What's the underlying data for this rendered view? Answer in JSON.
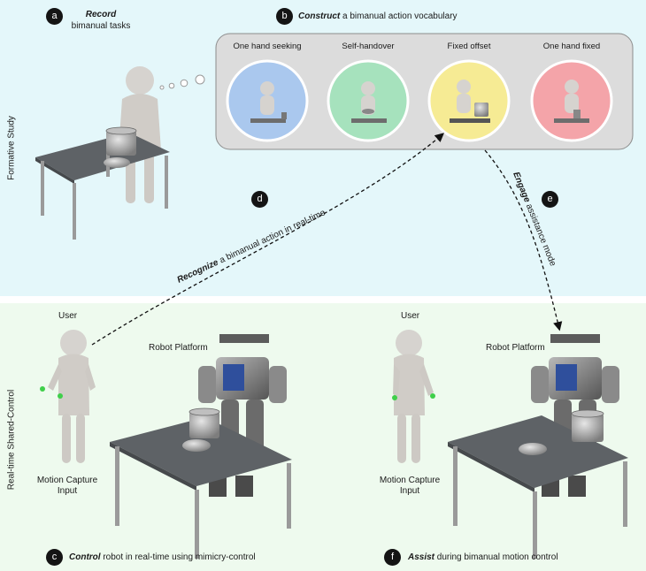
{
  "side_labels": {
    "top": "Formative Study",
    "bottom": "Real-time Shared-Control"
  },
  "steps": {
    "a": {
      "badge": "a",
      "strong": "Record",
      "rest": "bimanual tasks"
    },
    "b": {
      "badge": "b",
      "strong": "Construct",
      "rest": " a bimanual action vocabulary"
    },
    "c": {
      "badge": "c",
      "strong": "Control",
      "rest": " robot in real-time using mimicry-control"
    },
    "d": {
      "badge": "d",
      "strong": "Recognize",
      "rest": " a bimanual action in real-time"
    },
    "e": {
      "badge": "e",
      "strong": "Engage",
      "rest": " assistance mode"
    },
    "f": {
      "badge": "f",
      "strong": "Assist",
      "rest": " during bimanual motion control"
    }
  },
  "vocabulary": [
    {
      "label": "One hand seeking",
      "color": "#aac8ee"
    },
    {
      "label": "Self-handover",
      "color": "#a6e2bd"
    },
    {
      "label": "Fixed offset",
      "color": "#f6eb94"
    },
    {
      "label": "One hand fixed",
      "color": "#f4a4a9"
    }
  ],
  "scene_left": {
    "user": "User",
    "robot": "Robot Platform",
    "mocap_line1": "Motion Capture",
    "mocap_line2": "Input"
  },
  "scene_right": {
    "user": "User",
    "robot": "Robot Platform",
    "mocap_line1": "Motion Capture",
    "mocap_line2": "Input"
  },
  "colors": {
    "formative_bg": "#e4f7fa",
    "control_bg": "#eefaee",
    "vocab_panel": "#dcdcdc"
  }
}
